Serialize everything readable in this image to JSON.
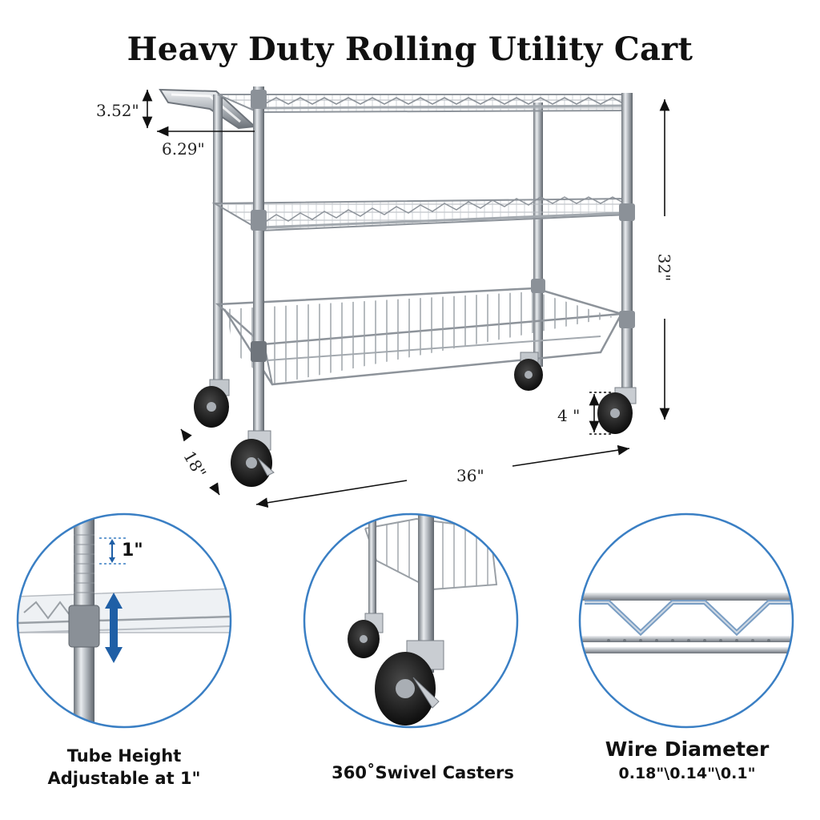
{
  "title": "Heavy Duty Rolling Utility Cart",
  "dimensions": {
    "handle_height": "3.52\"",
    "handle_depth": "6.29\"",
    "total_height": "32\"",
    "caster_height": "4 \"",
    "depth": "18\"",
    "width": "36\""
  },
  "features": [
    {
      "line1": "Tube Height",
      "line2": "Adjustable at 1\"",
      "detail_label": "1\""
    },
    {
      "line1": "360˚Swivel Casters"
    },
    {
      "line1": "Wire Diameter",
      "line2": "0.18\"\\0.14\"\\0.1\""
    }
  ],
  "colors": {
    "circle_border": "#3a7fc4",
    "accent_blue": "#1f5fa6",
    "chrome": "#b9bec4",
    "chrome_dark": "#7b8188",
    "wheel": "#1a1a1a"
  }
}
